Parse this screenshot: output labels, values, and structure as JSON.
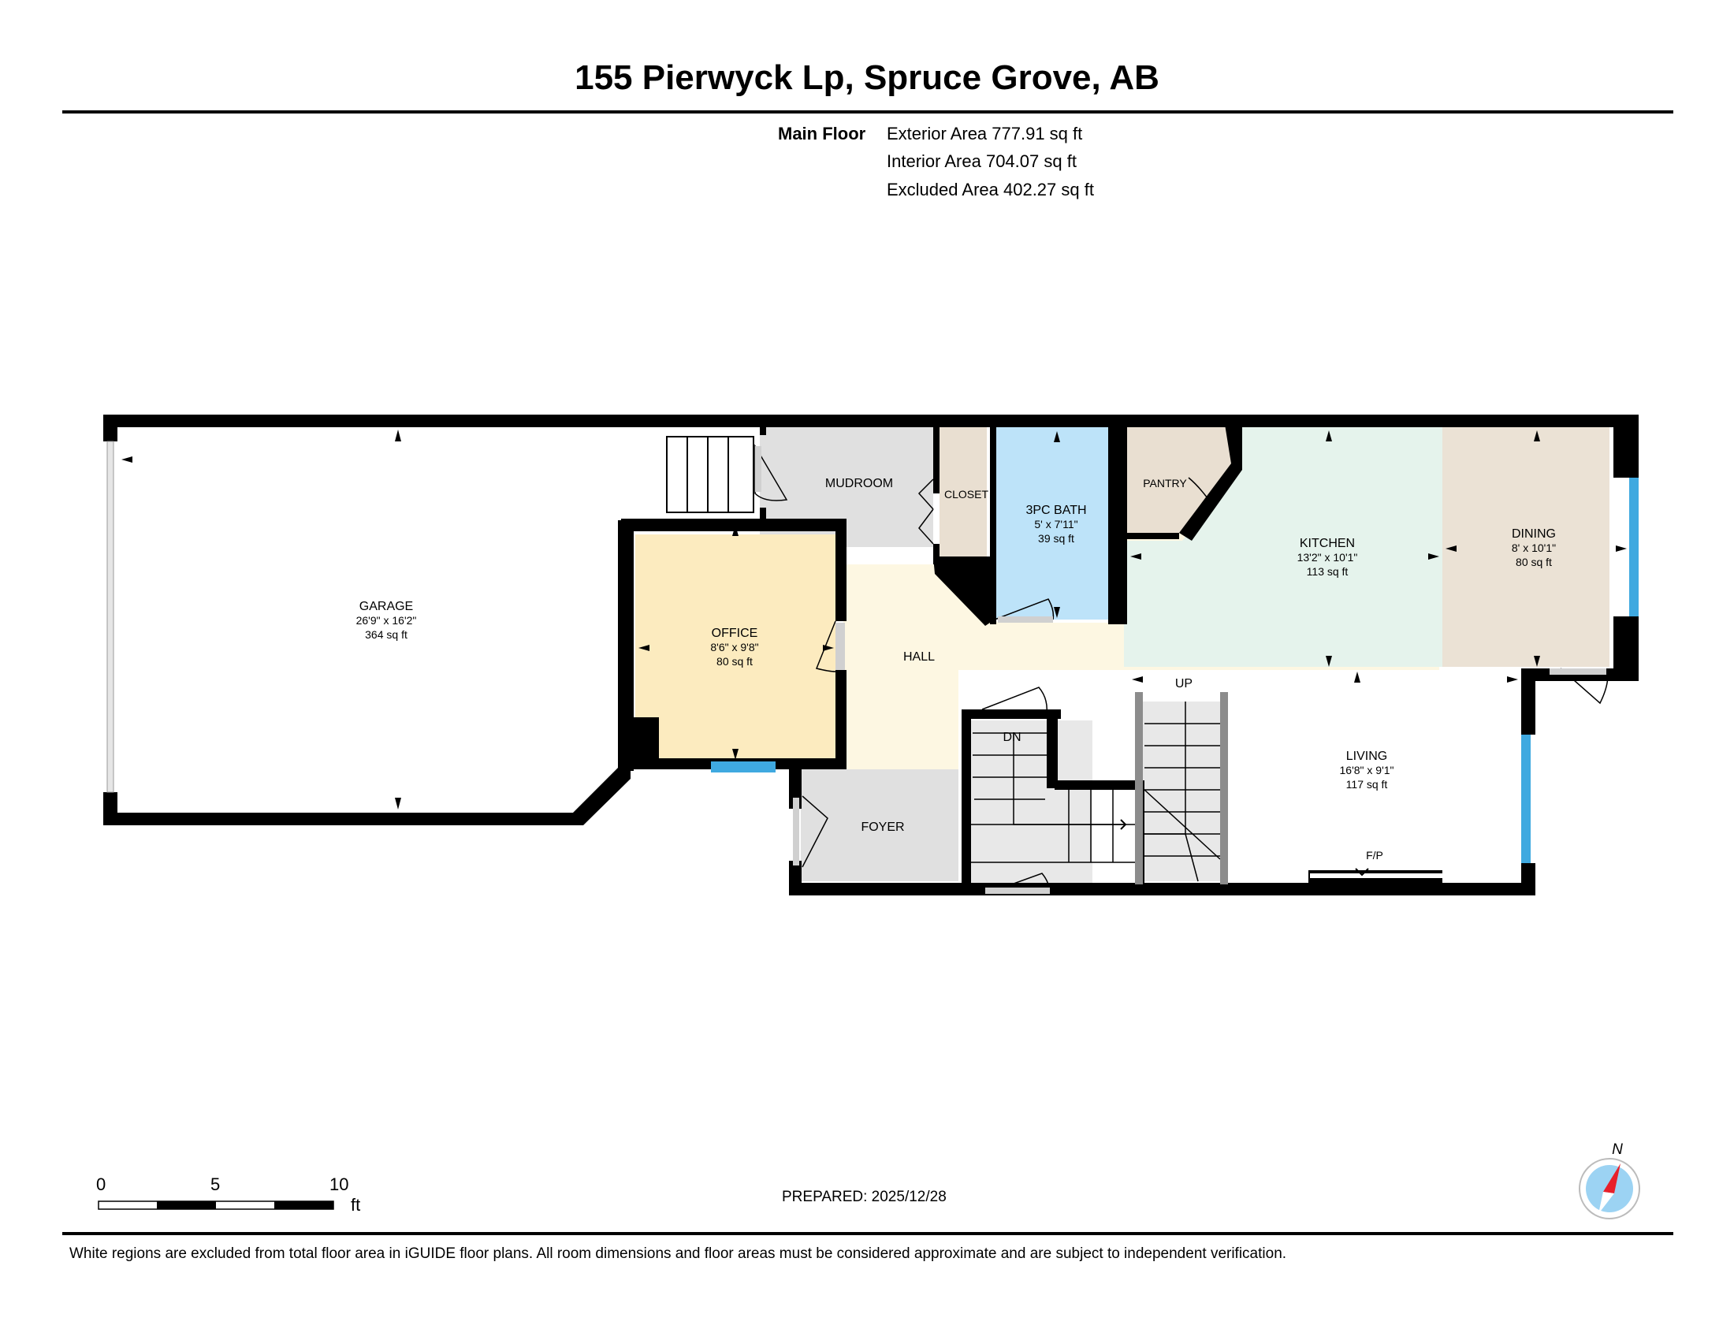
{
  "title": "155 Pierwyck Lp, Spruce Grove, AB",
  "floor": {
    "label": "Main Floor",
    "exterior": "Exterior Area 777.91 sq ft",
    "interior": "Interior Area 704.07 sq ft",
    "excluded": "Excluded Area 402.27 sq ft"
  },
  "rooms": {
    "garage": {
      "name": "GARAGE",
      "dims": "26'9\" x 16'2\"",
      "area": "364 sq ft",
      "color": "#ffffff"
    },
    "office": {
      "name": "OFFICE",
      "dims": "8'6\" x 9'8\"",
      "area": "80 sq ft",
      "color": "#fcebbf"
    },
    "bath": {
      "name": "3PC BATH",
      "dims": "5' x 7'11\"",
      "area": "39 sq ft",
      "color": "#bde3f9"
    },
    "kitchen": {
      "name": "KITCHEN",
      "dims": "13'2\" x 10'1\"",
      "area": "113 sq ft",
      "color": "#e5f3ec"
    },
    "dining": {
      "name": "DINING",
      "dims": "8' x 10'1\"",
      "area": "80 sq ft",
      "color": "#ebe2d5"
    },
    "living": {
      "name": "LIVING",
      "dims": "16'8\" x 9'1\"",
      "area": "117 sq ft",
      "color": "#fdf7e2"
    },
    "mudroom": {
      "name": "MUDROOM",
      "color": "#e0e0e0"
    },
    "closet": {
      "name": "CLOSET",
      "color": "#e9dfd1"
    },
    "pantry": {
      "name": "PANTRY",
      "color": "#e9dfd1"
    },
    "hall": {
      "name": "HALL",
      "color": "#fdf7e2"
    },
    "foyer": {
      "name": "FOYER",
      "color": "#e0e0e0"
    }
  },
  "labels": {
    "up": "UP",
    "dn": "DN",
    "fp": "F/P"
  },
  "scale": {
    "zero": "0",
    "five": "5",
    "ten": "10",
    "unit": "ft"
  },
  "compass": {
    "north": "N"
  },
  "prepared": "PREPARED: 2025/12/28",
  "footnote": "White regions are excluded from total floor area in iGUIDE floor plans. All room dimensions and floor areas must be considered approximate and are subject to independent verification.",
  "colors": {
    "wall": "#000000",
    "window": "#3fa9e0",
    "door": "#b0b0b0",
    "compass_red": "#e8202a",
    "compass_blue": "#9cd3f3"
  }
}
